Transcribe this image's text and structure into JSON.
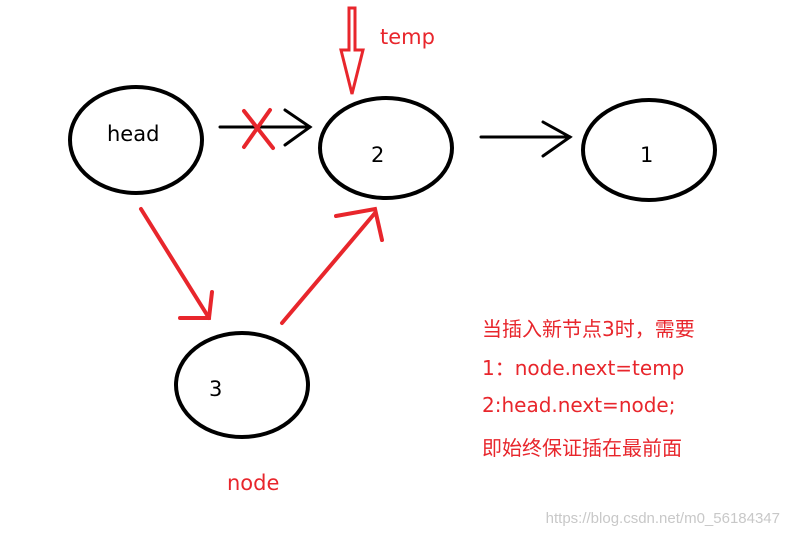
{
  "nodes": {
    "head": "head",
    "n2": "2",
    "n1": "1",
    "n3": "3"
  },
  "labels": {
    "temp": "temp",
    "node": "node"
  },
  "notes": {
    "line1": "当插入新节点3时，需要",
    "line2": "1：node.next=temp",
    "line3": "2:head.next=node;",
    "line4": "即始终保证插在最前面"
  },
  "watermark": "https://blog.csdn.net/m0_56184347",
  "colors": {
    "stroke": "#000000",
    "accent": "#e8262c"
  }
}
